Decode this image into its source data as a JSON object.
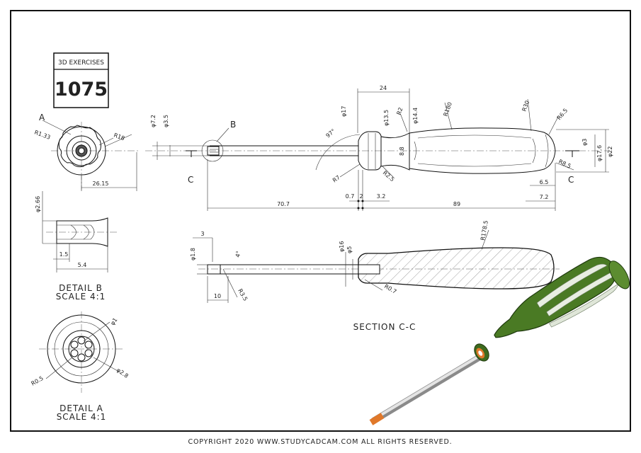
{
  "badge": {
    "heading": "3D EXERCISES",
    "number": "1075"
  },
  "labels": {
    "detail_b": "DETAIL B",
    "detail_b_scale": "SCALE 4:1",
    "detail_a": "DETAIL A",
    "detail_a_scale": "SCALE 4:1",
    "section": "SECTION C-C",
    "callout_a": "A",
    "callout_b": "B",
    "cut_c_left": "C",
    "cut_c_right": "C"
  },
  "dimensions": {
    "front": {
      "r133": "R1.33",
      "r18": "R18",
      "d2615": "26.15"
    },
    "main": {
      "d72": "φ7.2",
      "d35": "φ3.5",
      "d17": "φ17",
      "d135": "φ13.5",
      "r2": "R2",
      "d144": "φ14.4",
      "r180": "R180",
      "r30": "R30",
      "r65": "R6.5",
      "d3": "φ3",
      "d176": "φ17.6",
      "d22": "φ22",
      "d24": "24",
      "a97": "97°",
      "r7": "R7",
      "d88": "8.8",
      "r25": "R2.5",
      "r85": "R8.5",
      "d07": "0.7",
      "d2": "2",
      "d32": "3.2",
      "d707": "70.7",
      "d89": "89",
      "d65": "6.5",
      "d72b": "7.2"
    },
    "detail_b": {
      "d266": "φ2.66",
      "d15": "1.5",
      "d54": "5.4"
    },
    "section": {
      "d3": "3",
      "d18": "φ1.8",
      "a4": "4°",
      "r35": "R3.5",
      "d10": "10",
      "d16": "φ16",
      "d5": "φ5",
      "r1785": "R178.5",
      "r07": "R0.7"
    },
    "detail_a": {
      "d1": "φ1",
      "d28": "φ2.8",
      "r05": "R0.5"
    }
  },
  "footer": {
    "copyright": "COPYRIGHT  2020 WWW.STUDYCADCAM.COM ALL RIGHTS RESERVED."
  },
  "colors": {
    "handle_green": "#4a7a24",
    "handle_light": "#e8eee2",
    "ferrule_orange": "#e0782a",
    "shaft_gray": "#c8c8c8",
    "frame": "#111111"
  }
}
